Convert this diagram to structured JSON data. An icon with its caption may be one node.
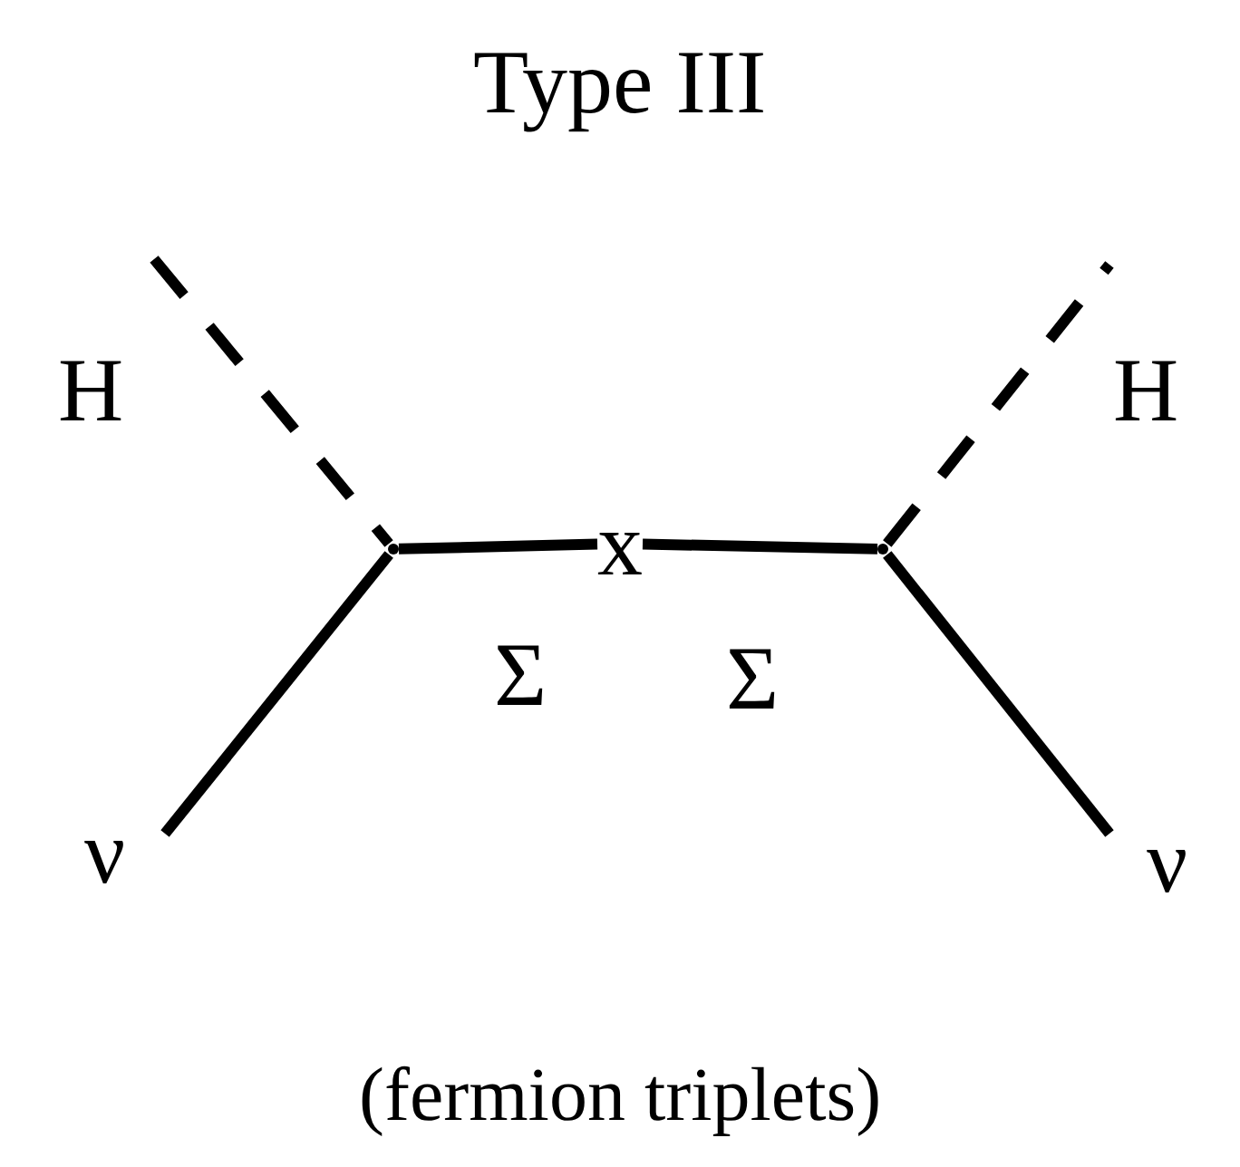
{
  "diagram": {
    "title": "Type III",
    "caption": "(fermion triplets)",
    "nodes": [
      {
        "text": [],
        "shape": "point"
      },
      {
        "text": [
          "x"
        ]
      },
      {
        "text": [],
        "shape": "point"
      }
    ],
    "edges": [
      {
        "from": null,
        "to": 0,
        "arrow": "none",
        "style": "dashed",
        "label": "H"
      },
      {
        "from": null,
        "to": 0,
        "arrow": "none",
        "label": "ν"
      },
      {
        "from": 0,
        "to": 1,
        "arrow": "none",
        "label": "Σ"
      },
      {
        "from": 1,
        "to": 2,
        "arrow": "none",
        "label": "Σ"
      },
      {
        "from": 2,
        "to": null,
        "arrow": "none",
        "style": "dashed",
        "label": "H"
      },
      {
        "from": 2,
        "to": null,
        "arrow": "none",
        "label": "ν"
      }
    ]
  }
}
